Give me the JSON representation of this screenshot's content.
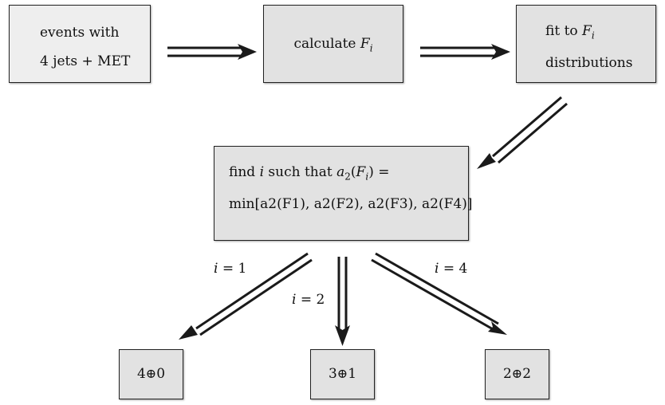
{
  "boxes": {
    "events": {
      "line1": "events with",
      "line2": "4 jets + MET"
    },
    "calculate": {
      "prefix": "calculate",
      "var": "F",
      "sub": "i"
    },
    "fit": {
      "line1_prefix": "fit to",
      "var": "F",
      "sub": "i",
      "line2": "distributions"
    },
    "find": {
      "line1_prefix": "find",
      "line1_var": "i",
      "line1_mid": "such that",
      "line1_expr": "a",
      "line1_expr_sub": "2",
      "line1_arg": "F",
      "line1_arg_sub": "i",
      "line1_eq": "=",
      "line2": "min[a2(F1), a2(F2), a2(F3), a2(F4)]"
    },
    "out1": {
      "left": "4",
      "op": "⊕",
      "right": "0"
    },
    "out2": {
      "left": "3",
      "op": "⊕",
      "right": "1"
    },
    "out3": {
      "left": "2",
      "op": "⊕",
      "right": "2"
    }
  },
  "branch_labels": {
    "b1": {
      "var": "i",
      "eq": "=",
      "val": "1"
    },
    "b2": {
      "var": "i",
      "eq": "=",
      "val": "2"
    },
    "b3": {
      "var": "i",
      "eq": "=",
      "val": "4"
    }
  },
  "colors": {
    "box_fill": "#e2e2e2",
    "box_fill_light": "#eeeeee",
    "arrow": "#1a1a1a"
  }
}
